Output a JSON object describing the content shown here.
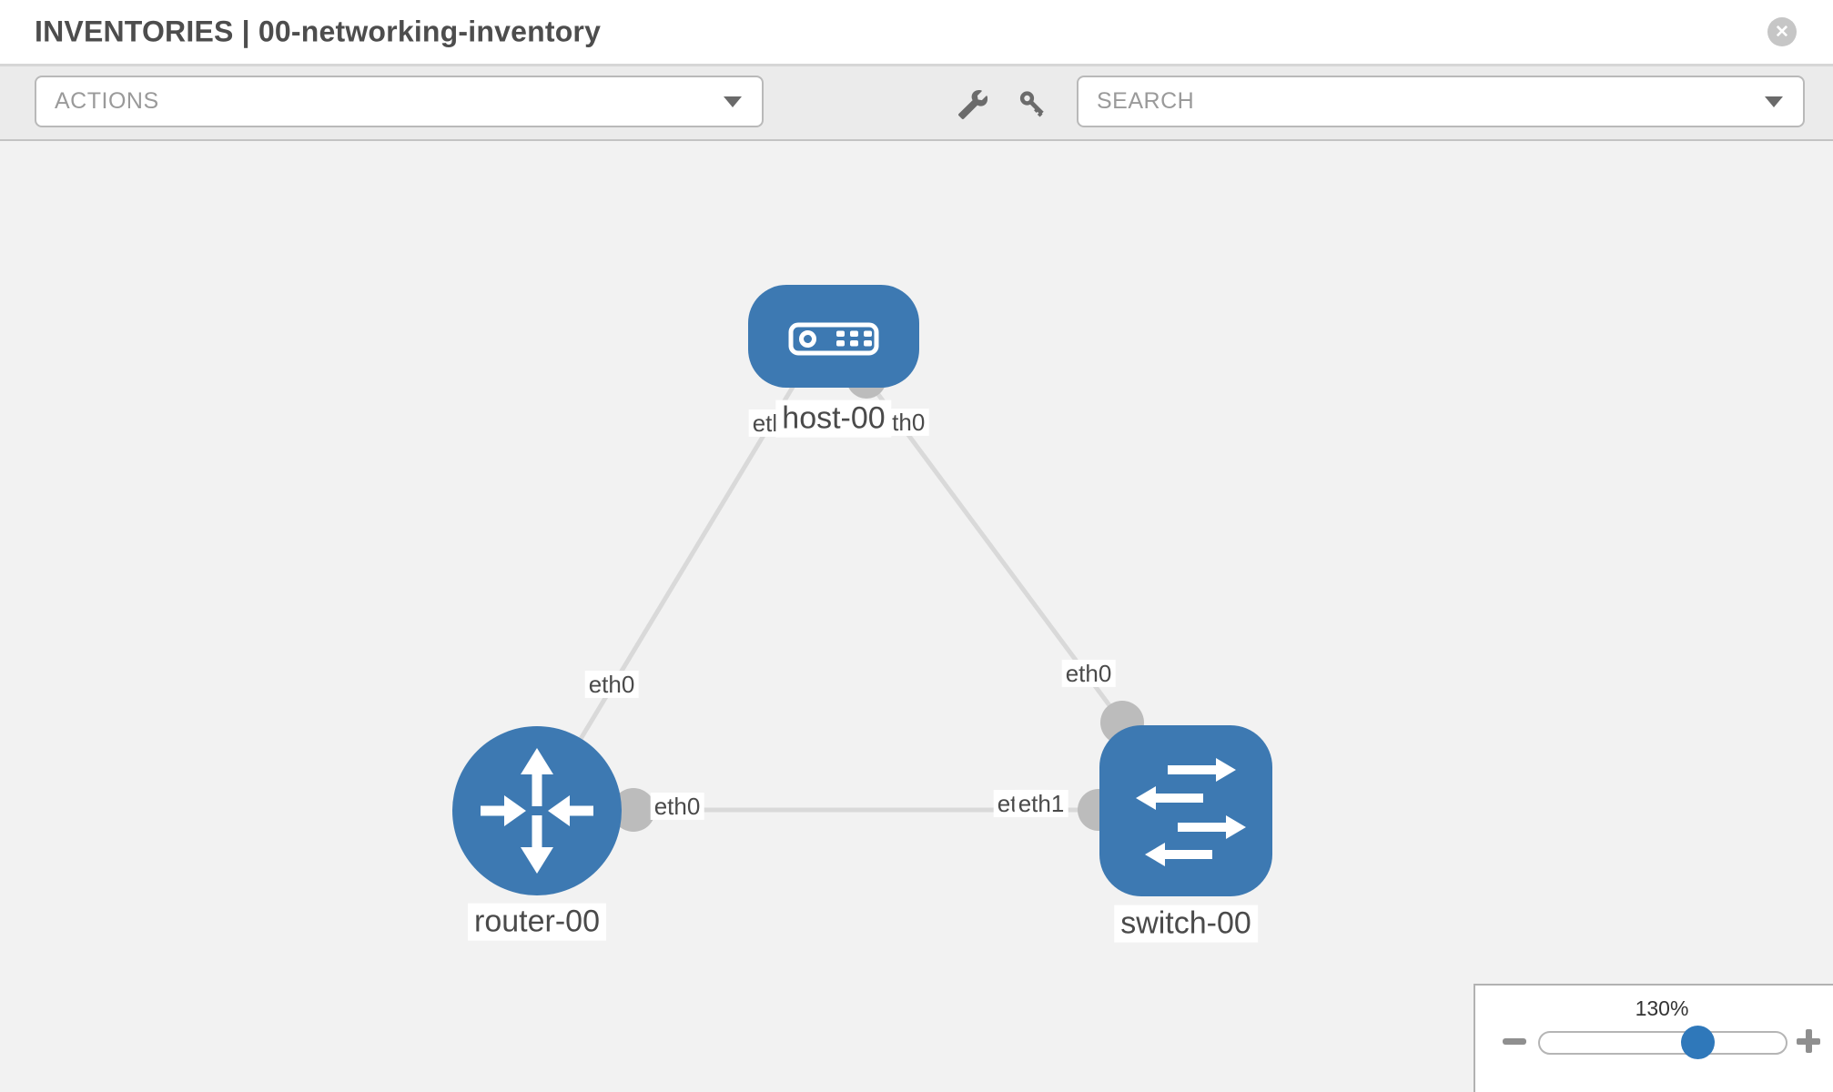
{
  "header": {
    "title": "INVENTORIES | 00-networking-inventory",
    "close": "✕"
  },
  "toolbar": {
    "actions_label": "ACTIONS",
    "search_label": "SEARCH"
  },
  "graph": {
    "nodes": [
      {
        "label": "host-00",
        "type": "host"
      },
      {
        "label": "router-00",
        "type": "router"
      },
      {
        "label": "switch-00",
        "type": "switch"
      }
    ],
    "links": [
      {
        "from": "host-00",
        "from_if": "eth0",
        "to": "router-00",
        "to_if": "eth0"
      },
      {
        "from": "host-00",
        "from_if": "eth0",
        "to": "switch-00",
        "to_if": "eth0"
      },
      {
        "from": "router-00",
        "from_if": "eth0",
        "to": "switch-00",
        "to_if": "eth1"
      }
    ],
    "interface_labels": [
      {
        "text": "eth0"
      },
      {
        "text": "eth0"
      },
      {
        "text": "eth0"
      },
      {
        "text": "eth0"
      },
      {
        "text": "eth0"
      },
      {
        "text": "eth1"
      },
      {
        "text": "eth0"
      }
    ]
  },
  "zoom_panel": {
    "level": "130%"
  },
  "colors": {
    "node_blue": "#3d79b2",
    "slider_thumb_blue": "#2f78ba",
    "port_gray": "#bcbcbc",
    "link_gray": "#d9d9d9",
    "toolbar_gray": "#ebebeb",
    "canvas_gray": "#f2f2f2",
    "text_dark": "#4d4d4d",
    "text_muted": "#9a9a9a"
  }
}
